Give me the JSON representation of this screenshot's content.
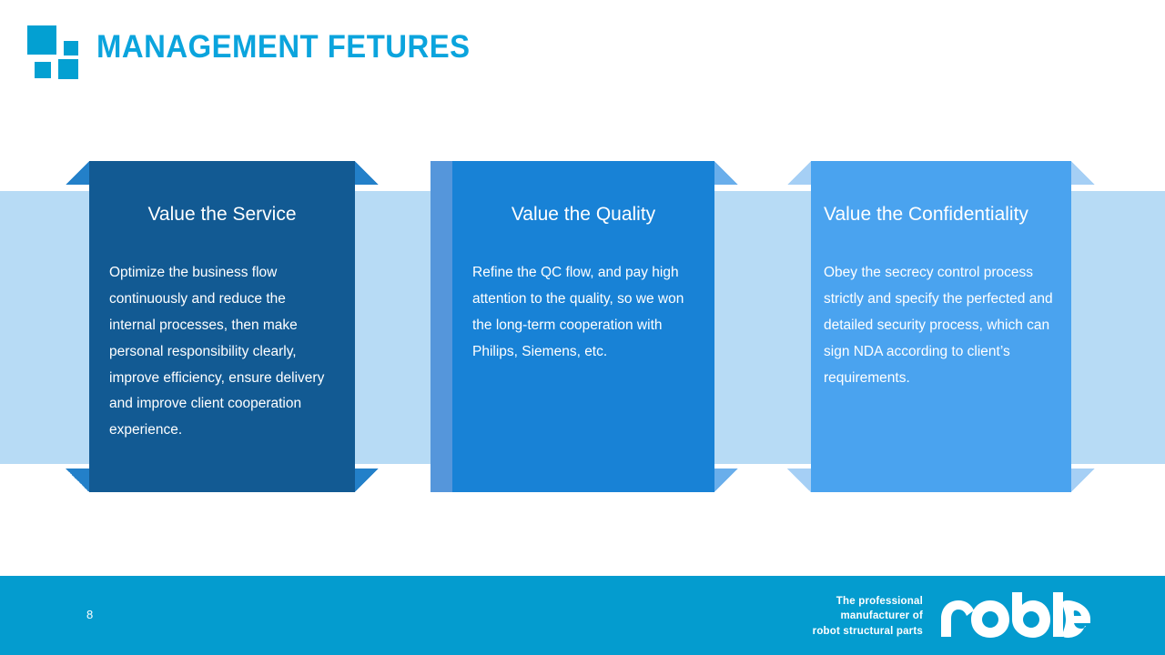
{
  "header": {
    "title": "MANAGEMENT FETURES",
    "brand_mark_icon": "four-squares-logo-icon",
    "accent_color": "#0BA4DD"
  },
  "theme": {
    "band_color": "#B7DBF5",
    "footer_color": "#049CCF",
    "page_background": "#FFFFFF"
  },
  "cards": [
    {
      "title": "Value the Service",
      "body": "Optimize the business flow continuously and reduce the internal processes, then make personal responsibility clearly, improve efficiency, ensure delivery and improve client cooperation experience.",
      "fill_color": "#125A93",
      "wing_color": "#2380C9"
    },
    {
      "title": "Value the Quality",
      "body": "Refine the QC flow, and pay high attention to the quality, so we won the long-term cooperation with Philips, Siemens, etc.",
      "fill_color": "#1882D6",
      "wing_color": "#69AEEB",
      "side_strip_color": "#5596DB"
    },
    {
      "title": "Value the Confidentiality",
      "body": "Obey the secrecy control process strictly and specify the perfected and detailed security process, which can sign NDA according to client’s requirements.",
      "fill_color": "#4AA3EF",
      "wing_color": "#A5CFF5"
    }
  ],
  "footer": {
    "slide_number": "8",
    "tagline_line_1": "The professional",
    "tagline_line_2": "manufacturer of",
    "tagline_line_3": "robot structural parts",
    "logo_wordmark": "noble",
    "logo_icon": "noble-wordmark-logo-icon"
  }
}
